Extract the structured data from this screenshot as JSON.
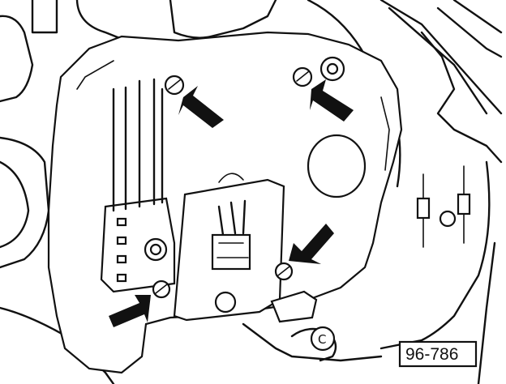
{
  "figure": {
    "id_label": "96-786",
    "clip_letter": "C"
  },
  "components": [
    {
      "name": "mounting-screw",
      "count": 4
    },
    {
      "name": "pointer-arrow",
      "count": 4
    },
    {
      "name": "connector-plug",
      "count": 1
    },
    {
      "name": "terminal-block",
      "count": 1
    },
    {
      "name": "diode-component",
      "count": 2
    }
  ]
}
